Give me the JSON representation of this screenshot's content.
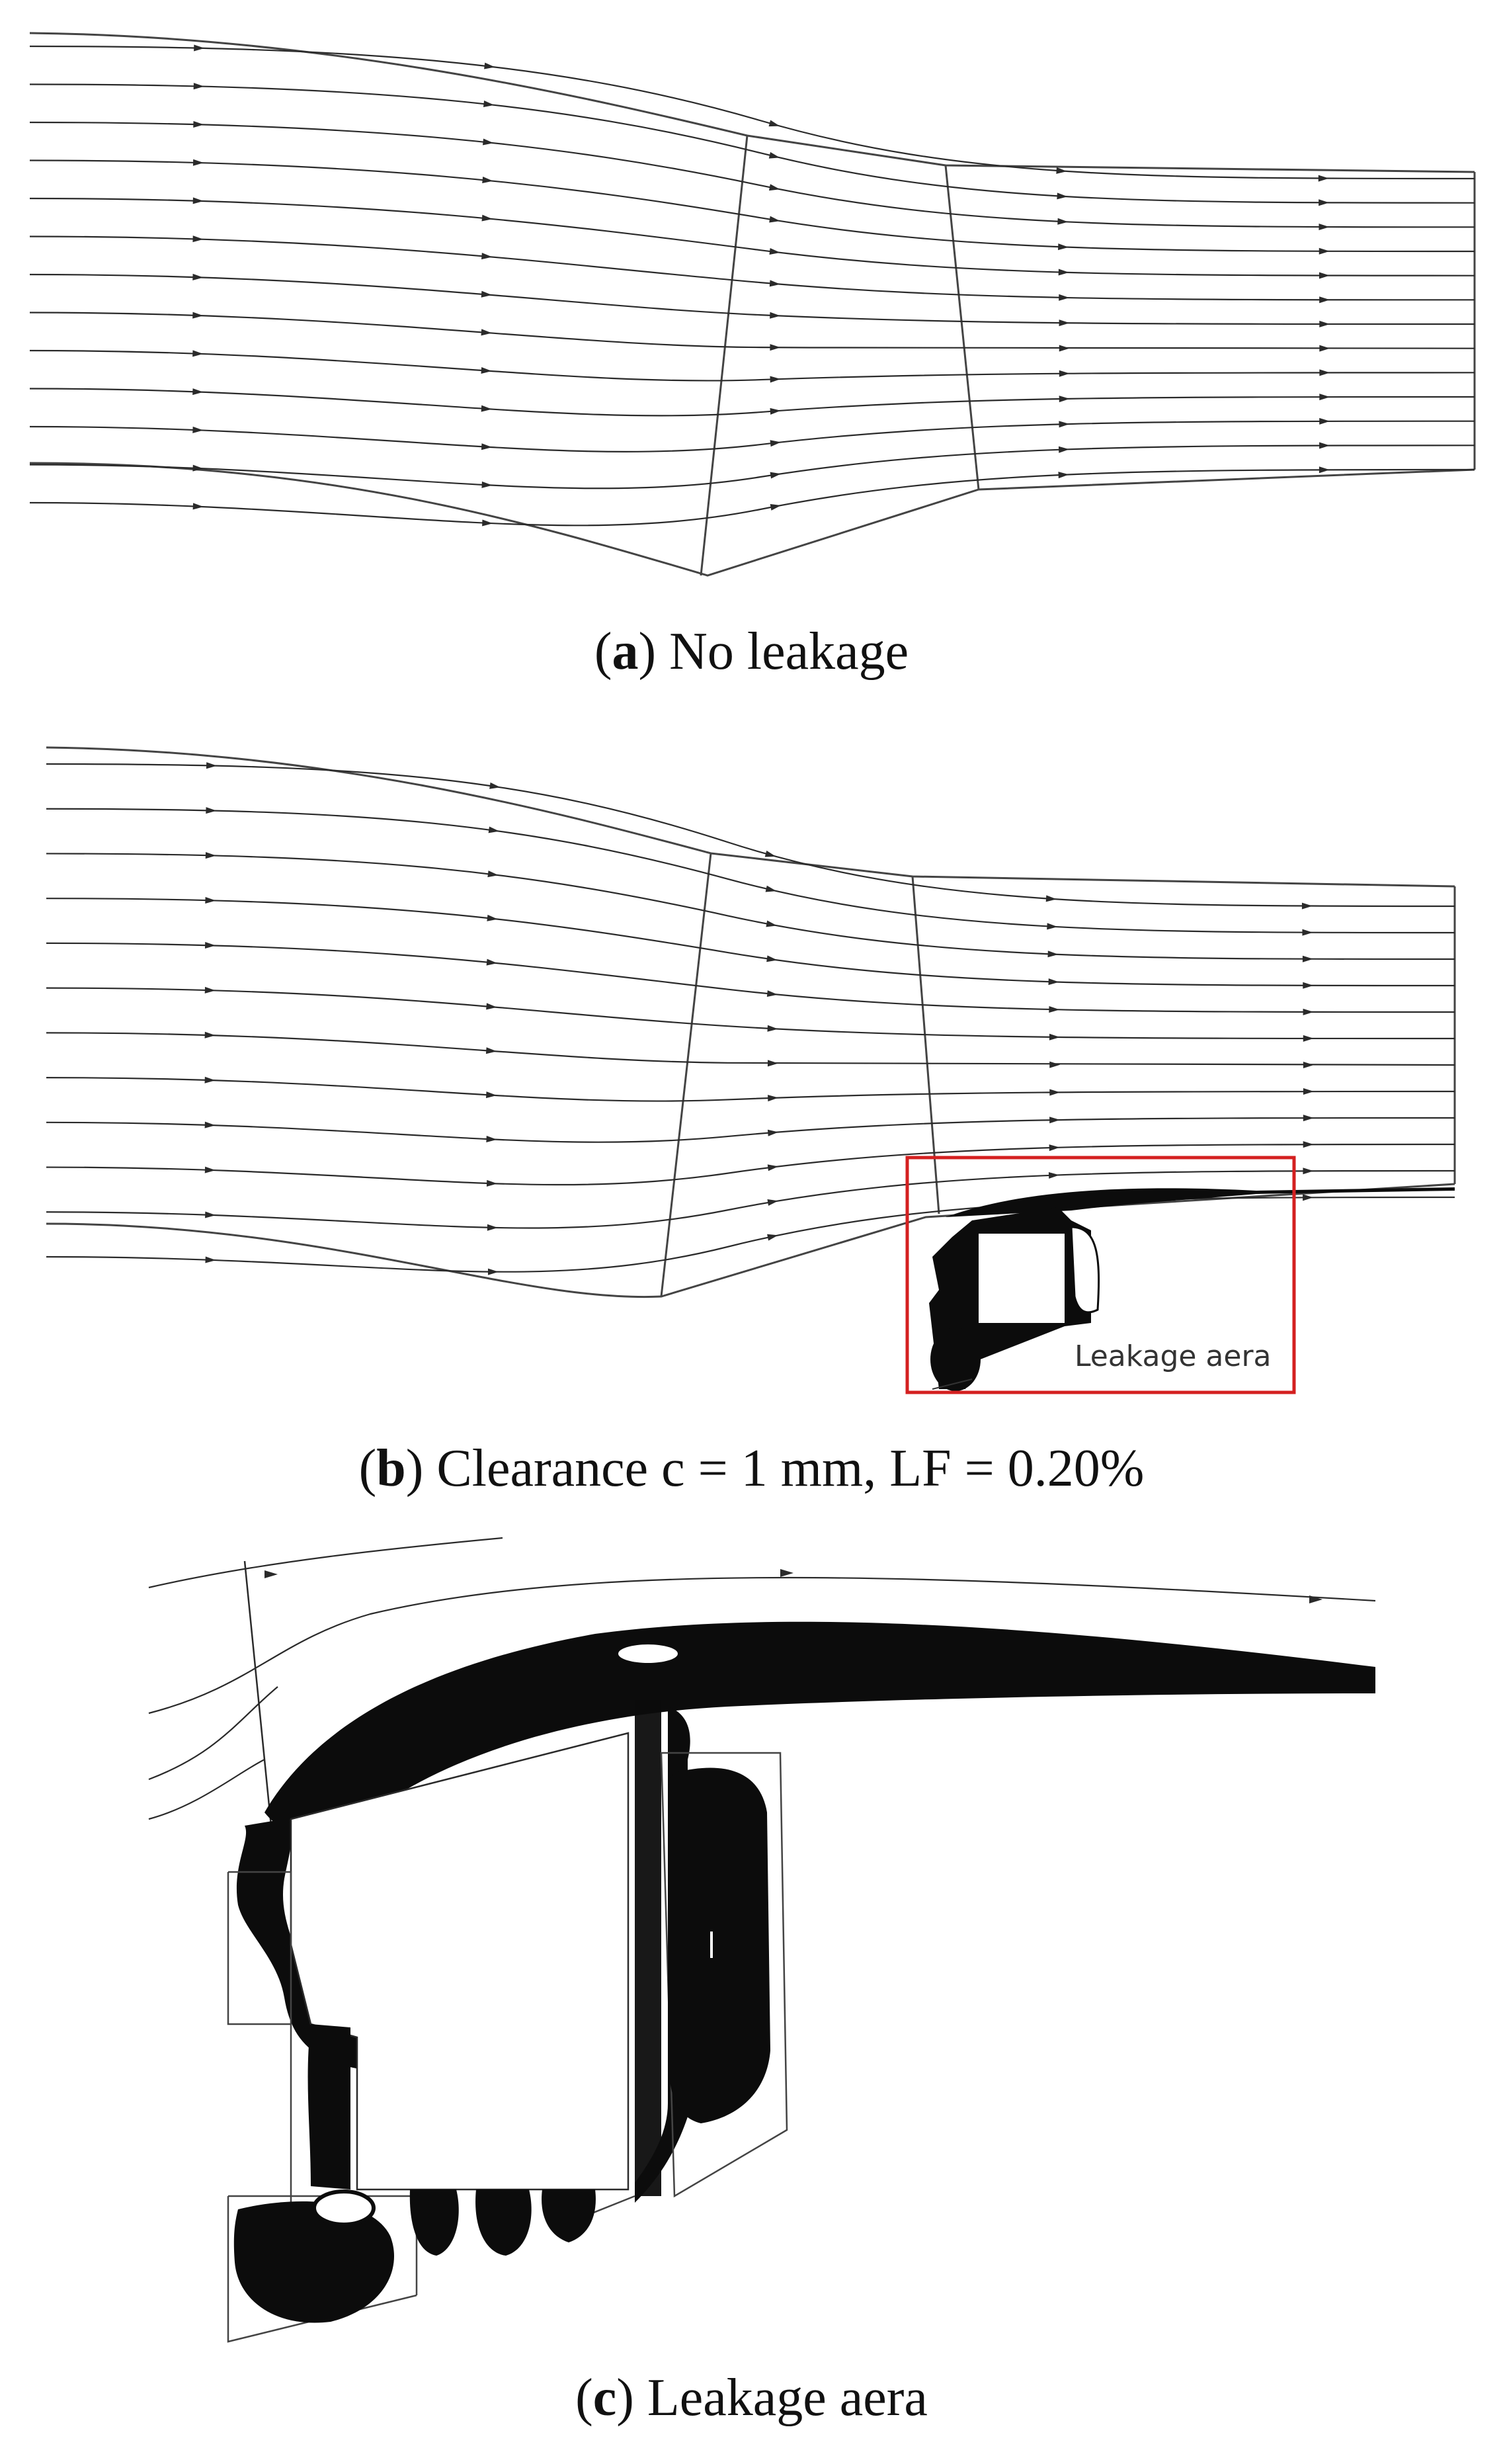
{
  "panels": [
    {
      "letter": "a",
      "caption_text": " No leakage"
    },
    {
      "letter": "b",
      "caption_text": " Clearance c = 1 mm, LF = 0.20%",
      "highlight_label": "Leakage aera",
      "highlight_color": "#d42020"
    },
    {
      "letter": "c",
      "caption_text": " Leakage aera"
    }
  ],
  "colors": {
    "streamline": "#2a2a2a",
    "dense": "#0c0c0c",
    "highlight": "#d42020"
  }
}
